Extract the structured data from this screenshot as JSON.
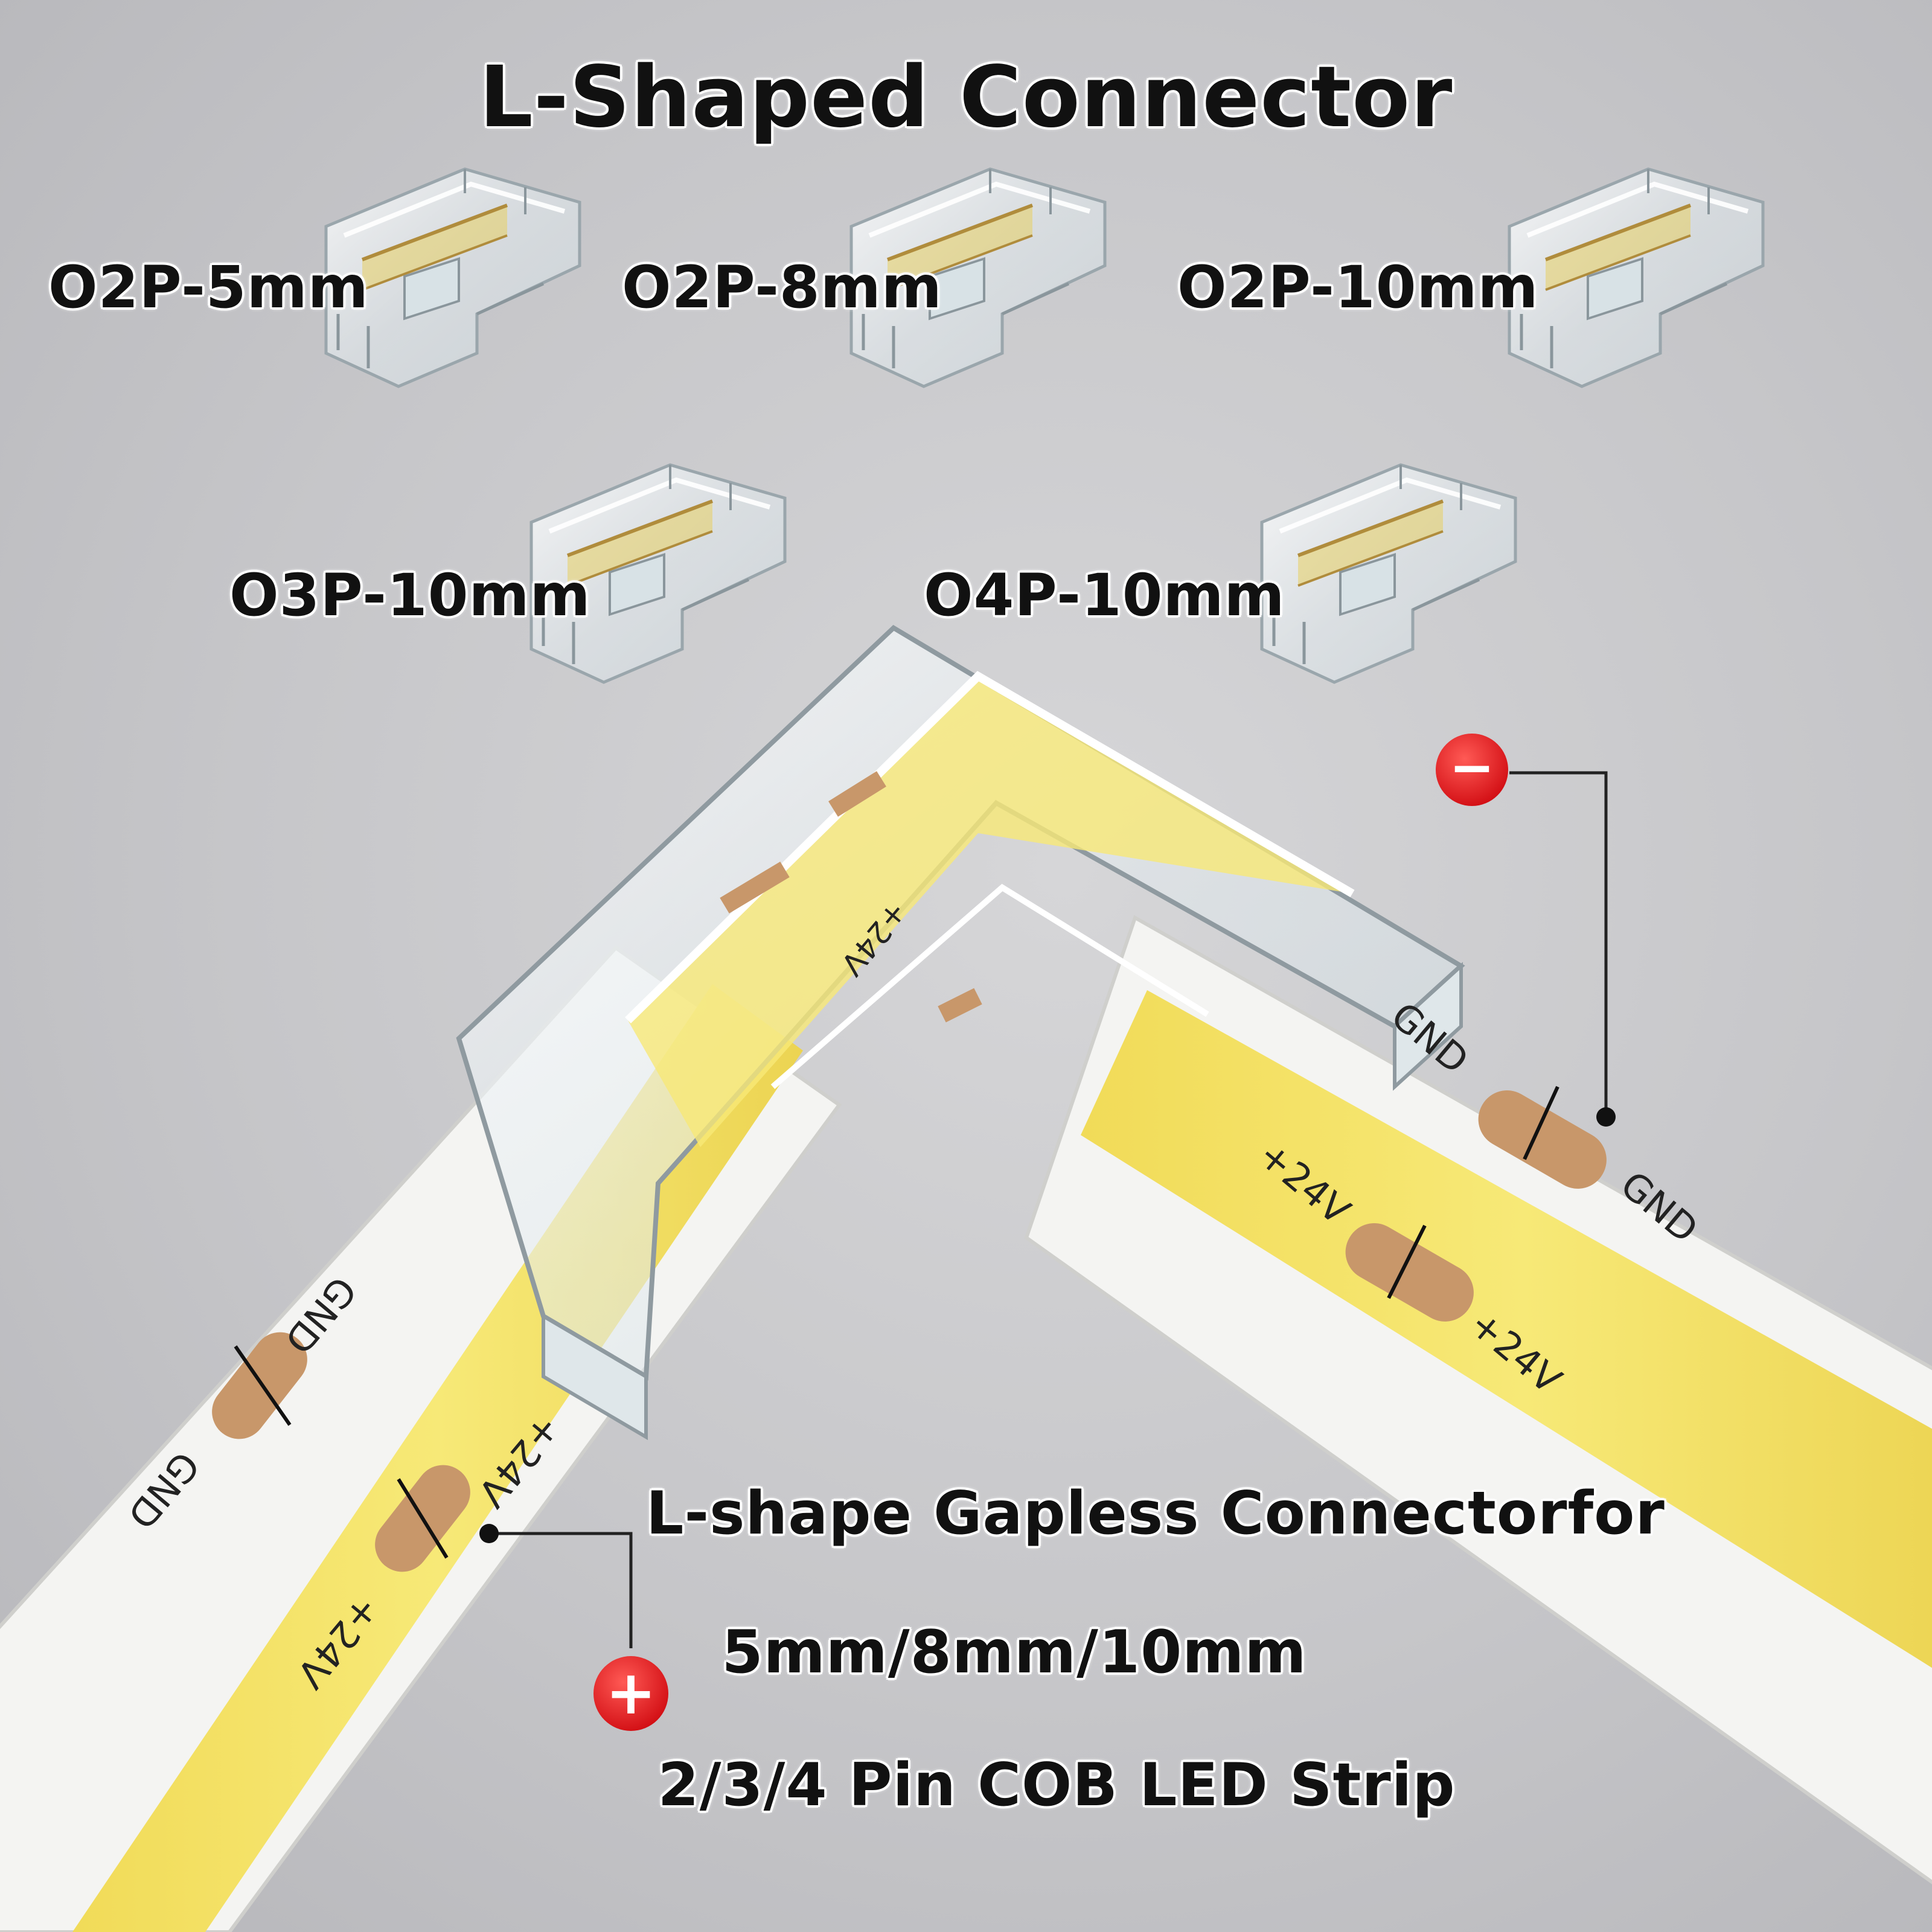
{
  "title": "L-Shaped Connector",
  "models": [
    "O2P-5mm",
    "O2P-8mm",
    "O2P-10mm",
    "O3P-10mm",
    "O4P-10mm"
  ],
  "pads": {
    "gnd": "GND",
    "vplus": "+24V"
  },
  "polarity": {
    "negative": "−",
    "positive": "+"
  },
  "description": {
    "line1": "L-shape Gapless Connectorfor",
    "line2": "5mm/8mm/10mm",
    "line3": "2/3/4 Pin COB LED Strip"
  },
  "colors": {
    "background": "#c8c8cb",
    "strip_base": "#f4f4f2",
    "cob_phosphor": "#f4e36a",
    "copper_pad": "#c8976a",
    "connector_clear": "#eaf2f6",
    "polarity_red": "#e3141b"
  }
}
